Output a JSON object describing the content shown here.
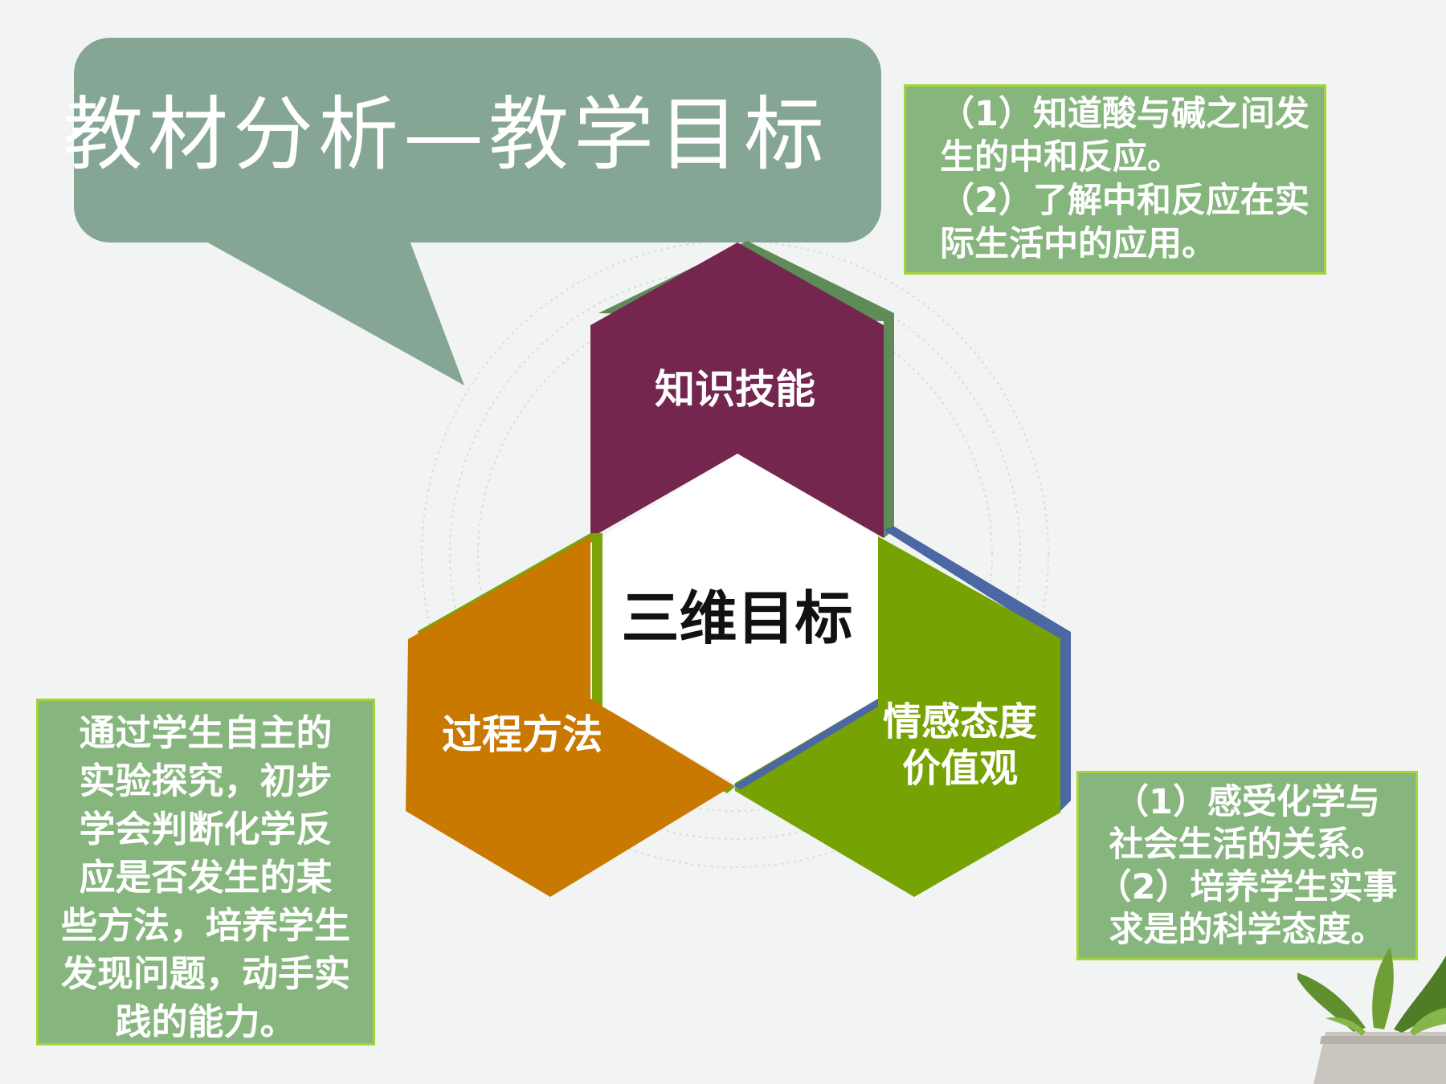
{
  "slide": {
    "title": "教材分析—教学目标",
    "center_label": "三维目标"
  },
  "segments": {
    "knowledge": {
      "label": "知识技能",
      "color": "#74264e",
      "edge": "#5f8b58"
    },
    "process": {
      "label": "过程方法",
      "color": "#c97800",
      "edge": "#7ca30a"
    },
    "emotion": {
      "label": "情感态度\n价值观",
      "color": "#77a203",
      "edge": "#4b68a5"
    }
  },
  "boxes": {
    "knowledge_text": "（1）知道酸与碱之间发\n生的中和反应。\n（2）了解中和反应在实\n际生活中的应用。",
    "process_text": "通过学生自主的\n实验探究，初步\n学会判断化学反\n应是否发生的某\n些方法，培养学生\n发现问题，动手实\n践的能力。",
    "emotion_text": "（1）感受化学与\n社会生活的关系。\n（2）培养学生实事\n求是的科学态度。"
  },
  "colors": {
    "background": "#f2f4f3",
    "bubble": "#85a595",
    "box_fill": "#86b57d",
    "box_border": "#a5d43a"
  }
}
